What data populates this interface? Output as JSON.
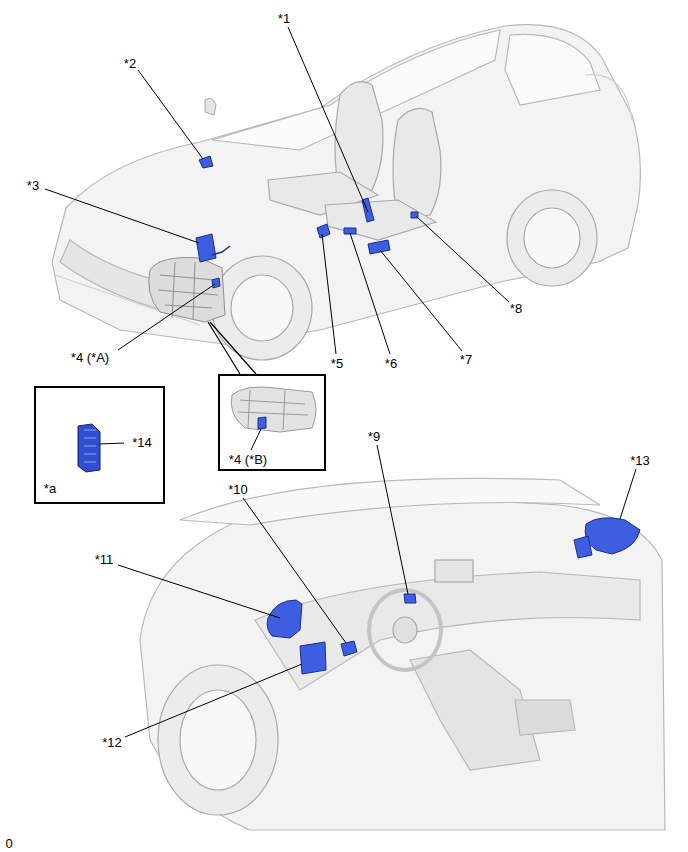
{
  "diagram": {
    "nodes": [
      {
        "text": [
          "*14",
          "*a"
        ]
      },
      {
        "text": [
          "*4 (*B)"
        ]
      }
    ],
    "labels": [
      "*1",
      "*2",
      "*3",
      "*4 (*A)",
      "*5",
      "*6",
      "*7",
      "*8",
      "*9",
      "*10",
      "*11",
      "*12",
      "*13",
      "0"
    ]
  }
}
